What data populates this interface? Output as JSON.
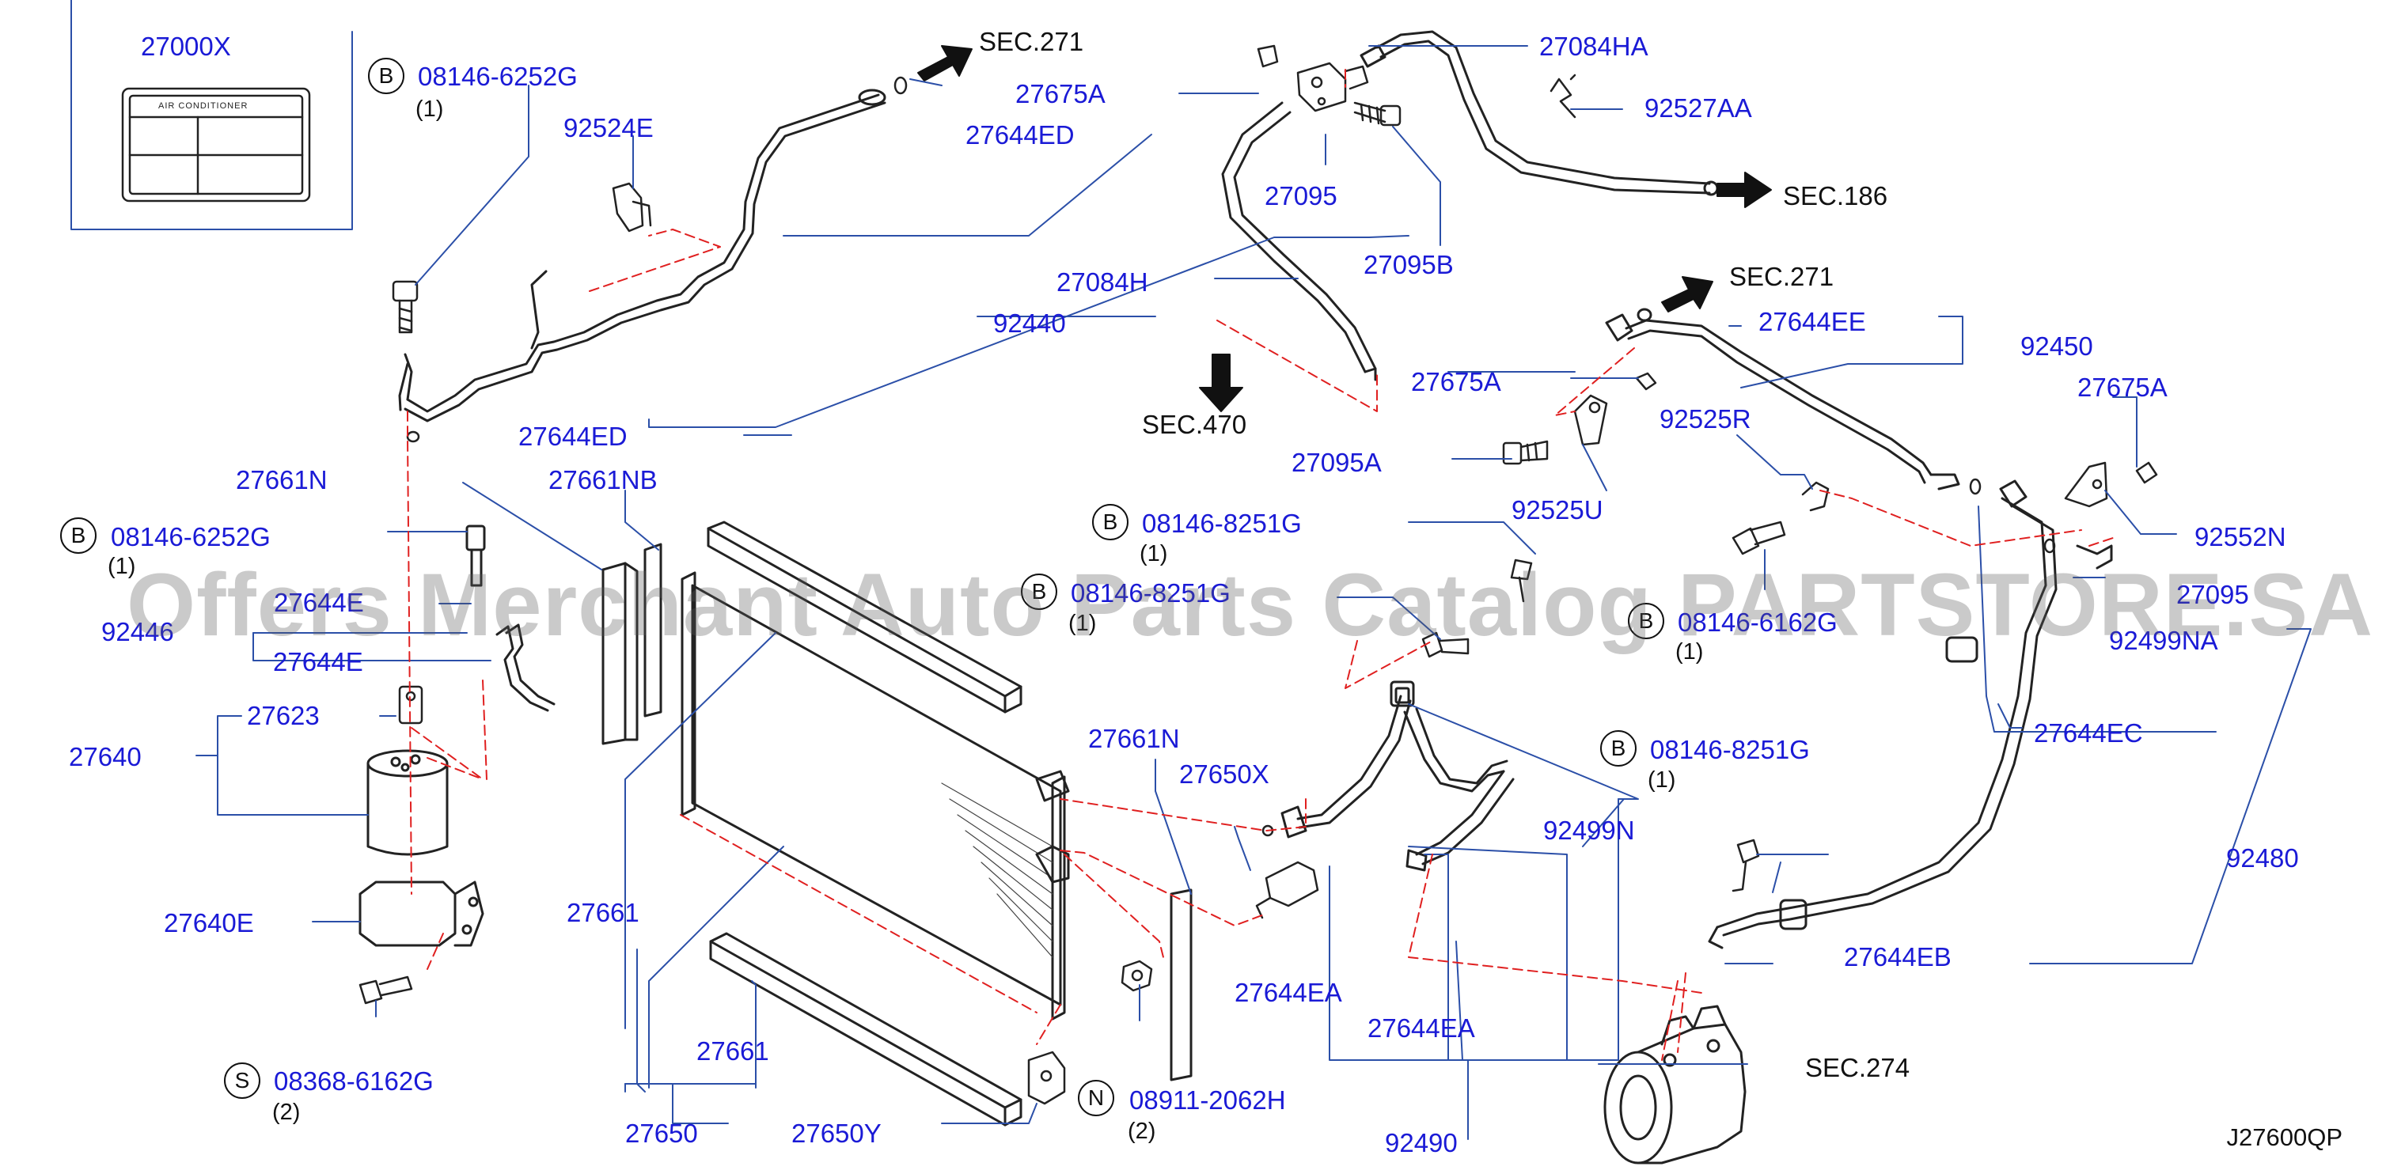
{
  "diagram": {
    "code": "J27600QP",
    "watermark": "Offers Merchant Auto Parts Catalog PARTSTORE.SA",
    "label_card": {
      "title": "AIR CONDITIONER"
    },
    "labels": {
      "p27000X": "27000X",
      "p08146_6252G_a": "08146-6252G",
      "p92524E": "92524E",
      "sec271_a": "SEC.271",
      "p27675A_a": "27675A",
      "p27644ED_a": "27644ED",
      "p92440": "92440",
      "p27644ED_b": "27644ED",
      "p27084HA": "27084HA",
      "p92527AA": "92527AA",
      "sec186": "SEC.186",
      "p27095": "27095",
      "p27095B": "27095B",
      "p27084H": "27084H",
      "sec470": "SEC.470",
      "p27675A_b": "27675A",
      "p27095A": "27095A",
      "sec271_b": "SEC.271",
      "p27644EE": "27644EE",
      "p92450": "92450",
      "p92525R": "92525R",
      "p92525U": "92525U",
      "p27675A_c": "27675A",
      "p92552N": "92552N",
      "p27661N_a": "27661N",
      "p27661NB": "27661NB",
      "p08146_6252G_b": "08146-6252G",
      "p27644E_obscured": "27644E",
      "p92446": "92446",
      "p27644E": "27644E",
      "p27623": "27623",
      "p27640": "27640",
      "p27640E": "27640E",
      "p08368_6162G": "08368-6162G",
      "p27661_a": "27661",
      "p27661_b": "27661",
      "p27650": "27650",
      "p27650Y": "27650Y",
      "p27661N_b": "27661N",
      "p27650X": "27650X",
      "p27644EA_a": "27644EA",
      "p27644EA_b": "27644EA",
      "p08911_2062H": "08911-2062H",
      "p92490": "92490",
      "p08146_8251G_a": "08146-8251G",
      "p08146_8251G_b": "08146-8251G",
      "p08146_6162G": "08146-6162G",
      "p08146_8251G_c": "08146-8251G",
      "p92499N": "92499N",
      "p27095_r": "27095",
      "p92499NA": "92499NA",
      "p27644EC": "27644EC",
      "p92480": "92480",
      "p27644EB": "27644EB",
      "sec274": "SEC.274"
    },
    "badges": {
      "b1": "B",
      "b2": "B",
      "b3": "B",
      "b4": "B",
      "b5": "B",
      "b6": "B",
      "s1": "S",
      "n1": "N"
    },
    "quantities": {
      "q1": "(1)",
      "q2": "(1)",
      "q3": "(1)",
      "q4": "(1)",
      "q5": "(1)",
      "q6": "(1)",
      "q7": "(2)",
      "q8": "(2)"
    },
    "colors": {
      "callout": "#1a1ad6",
      "part": "#222222",
      "leader": "#2b4fa8",
      "hidden_line": "#e02020"
    }
  }
}
